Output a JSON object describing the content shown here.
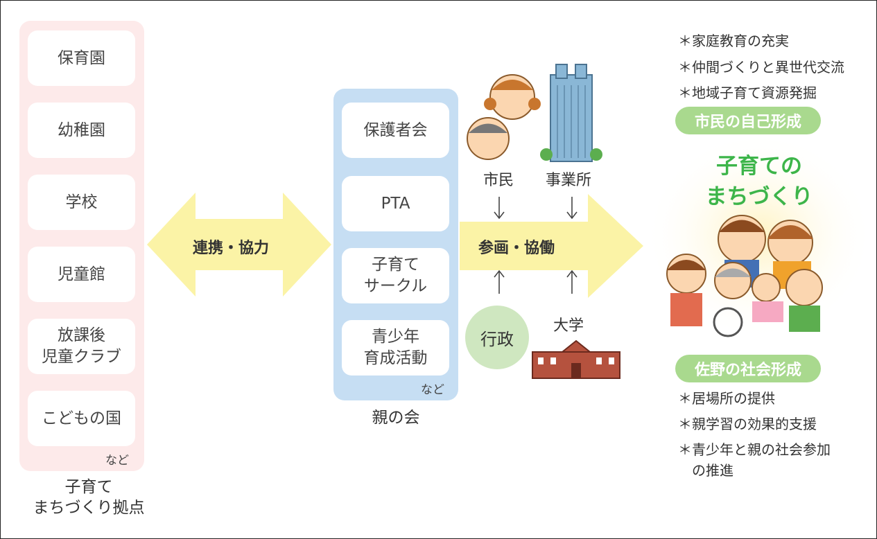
{
  "left": {
    "items": [
      "保育園",
      "幼稚園",
      "学校",
      "児童館",
      "放課後\n児童クラブ",
      "こどもの国"
    ],
    "nado": "など",
    "caption": "子育て\nまちづくり拠点"
  },
  "link": {
    "label": "連携・協力"
  },
  "middle": {
    "items": [
      "保護者会",
      "PTA",
      "子育て\nサークル",
      "青少年\n育成活動"
    ],
    "nado": "など",
    "caption": "親の会"
  },
  "participation": {
    "label": "参画・協働",
    "citizen": "市民",
    "business": "事業所",
    "administration": "行政",
    "university": "大学"
  },
  "right": {
    "top_bullets": [
      "＊家庭教育の充実",
      "＊仲間づくりと異世代交流",
      "＊地域子育て資源発掘"
    ],
    "top_pill": "市民の自己形成",
    "headline": "子育ての\nまちづくり",
    "bottom_pill": "佐野の社会形成",
    "bottom_bullets": [
      "＊居場所の提供",
      "＊親学習の効果的支援",
      "＊青少年と親の社会参加\n　の推進"
    ]
  },
  "colors": {
    "left_panel": "#fdeaea",
    "middle_panel": "#c6def3",
    "arrow": "#fbf3a6",
    "pill": "#a9d98e",
    "headline": "#3db54a",
    "gyosei_circle": "#cfe7c0"
  }
}
